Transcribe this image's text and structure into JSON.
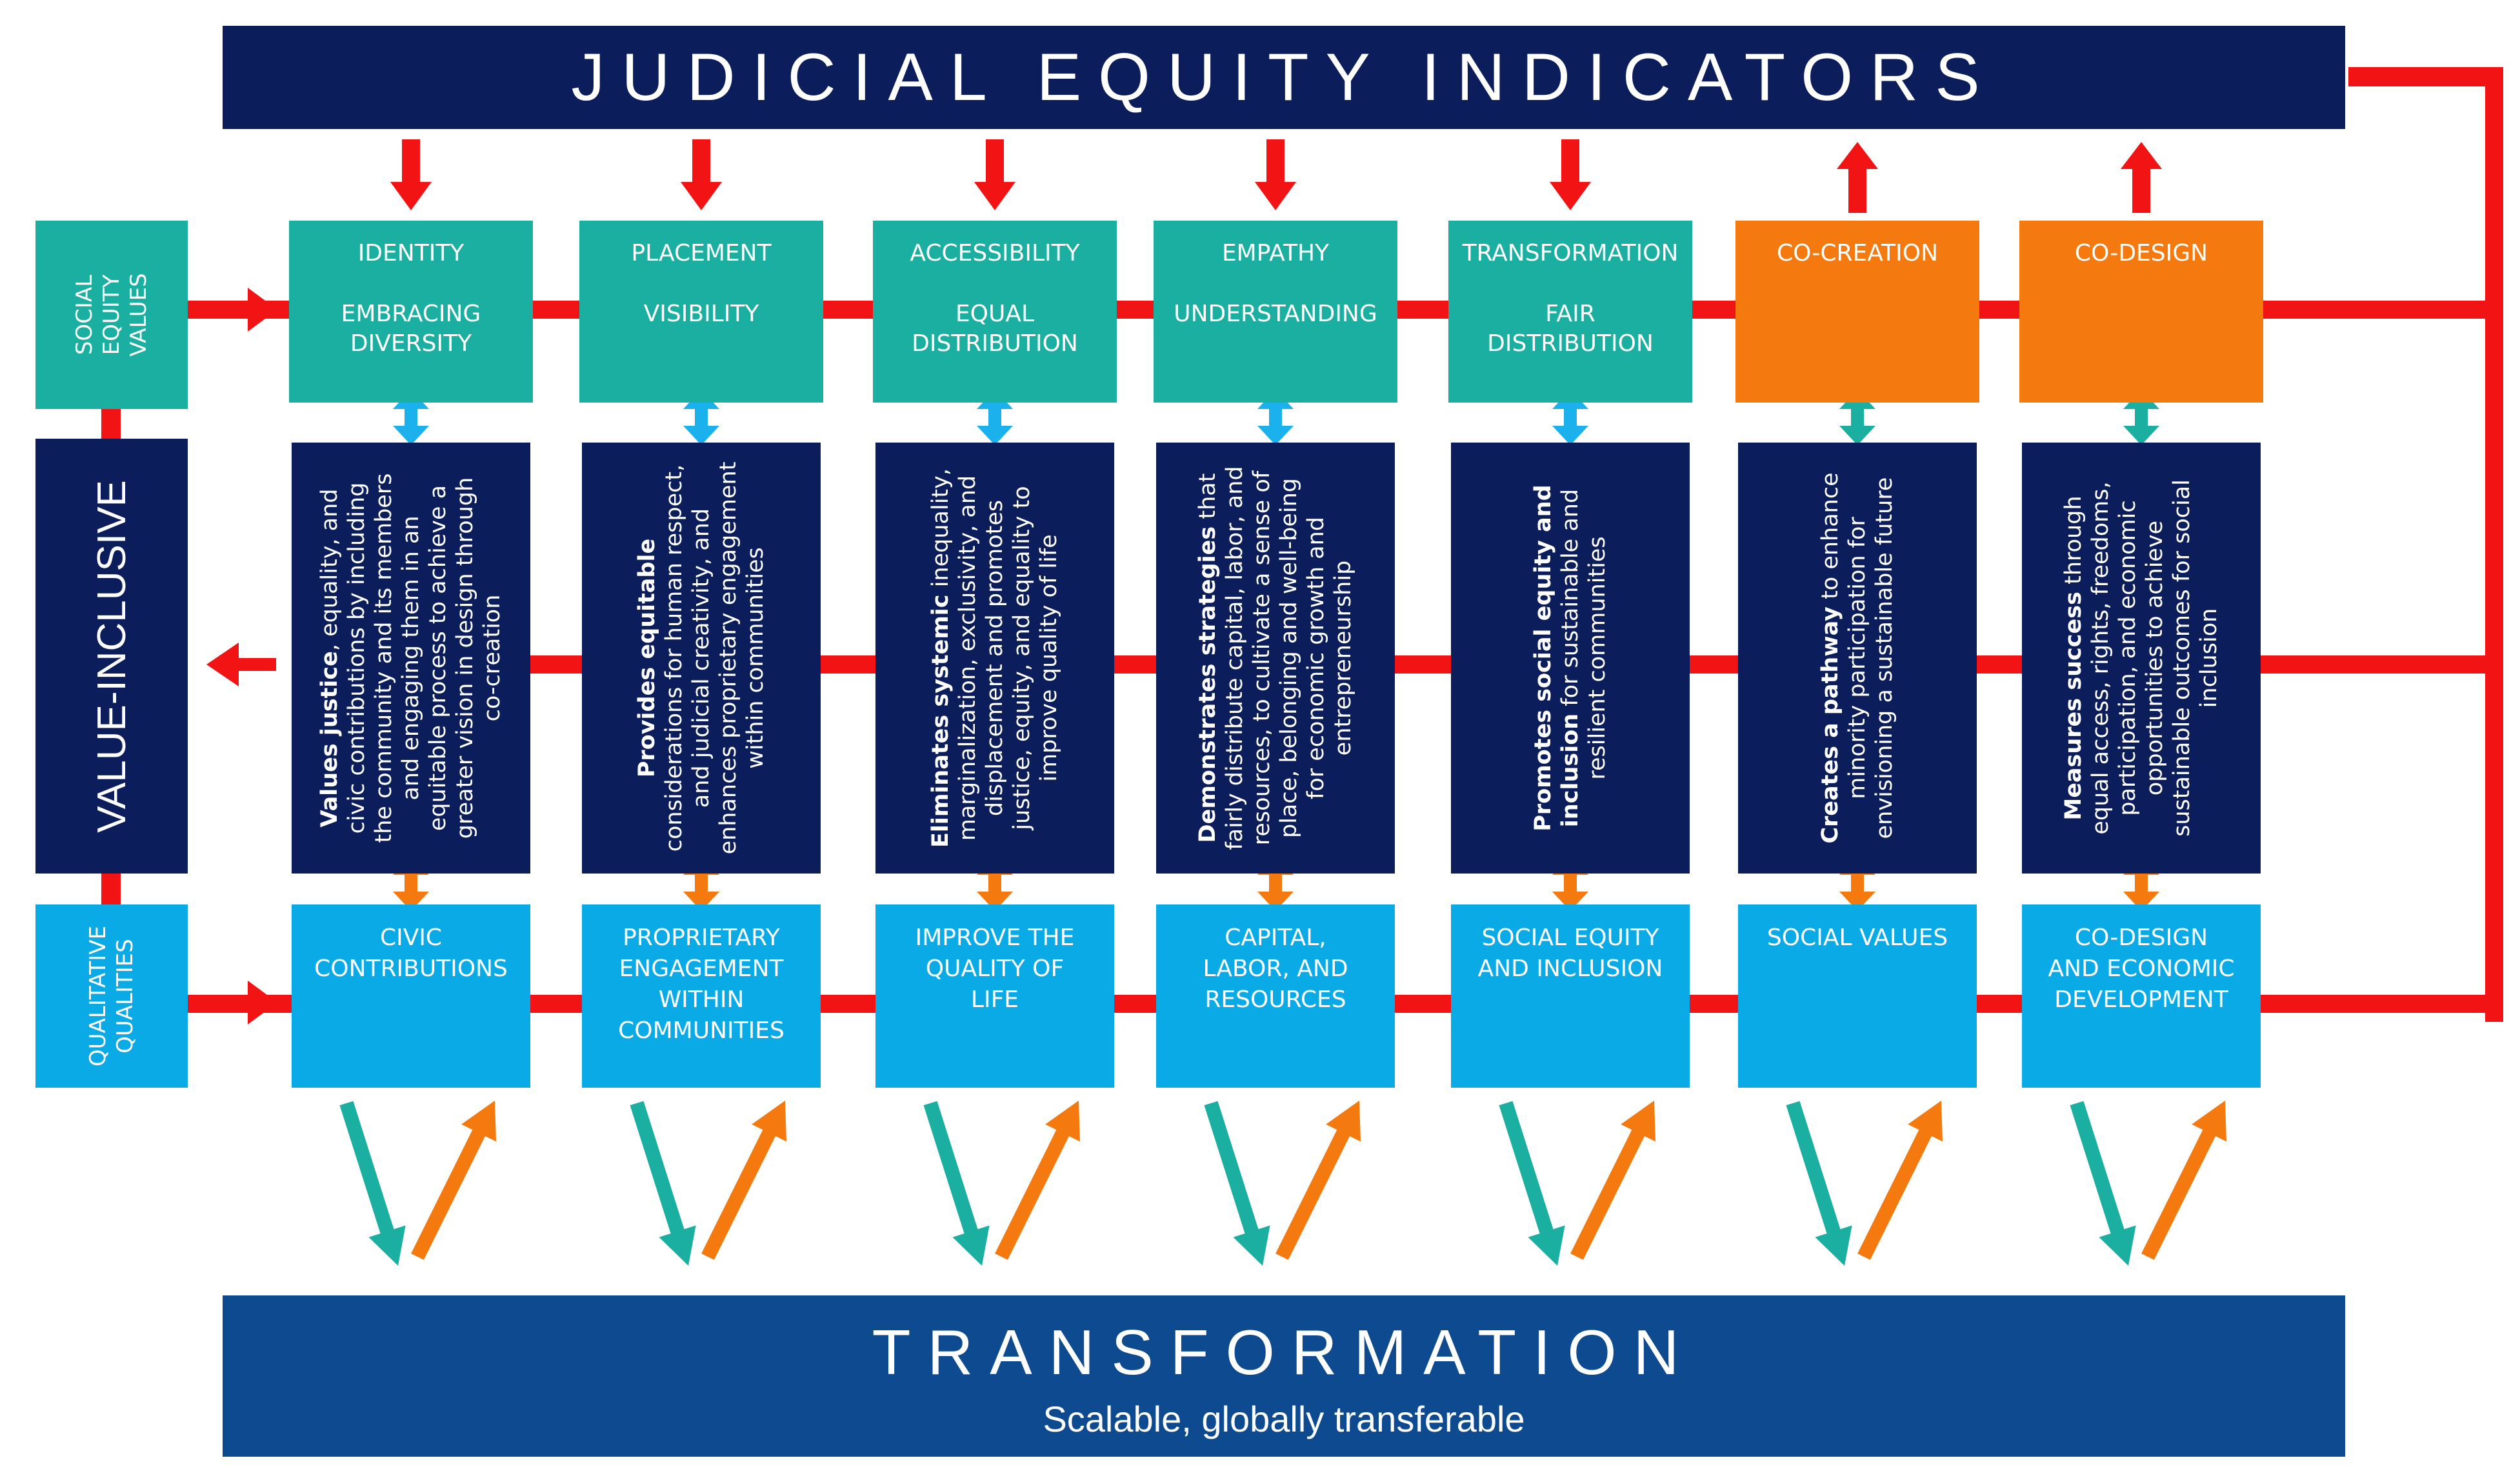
{
  "title": "JUDICIAL EQUITY INDICATORS",
  "footer": {
    "title": "TRANSFORMATION",
    "subtitle": "Scalable, globally transferable"
  },
  "row_labels": {
    "top": "SOCIAL EQUITY VALUES",
    "middle": "VALUE-INCLUSIVE",
    "bottom": "QUALITATIVE QUALITIES"
  },
  "colors": {
    "navy": "#0c1d5c",
    "teal": "#1aafa0",
    "orange": "#f47a10",
    "light_blue": "#0aaae6",
    "red": "#f21414",
    "sky_arrow": "#1ab1ec"
  },
  "columns": [
    {
      "value": "IDENTITY",
      "sub": "EMBRACING DIVERSITY",
      "value_color": "teal",
      "arrow_direction": "down",
      "desc_bold": "Values justice",
      "desc_rest": ", equality, and civic contributions by including the community and its members and engaging them in an equitable process to achieve a greater vision in design through co-creation",
      "quality": "CIVIC CONTRIBUTIONS"
    },
    {
      "value": "PLACEMENT",
      "sub": "VISIBILITY",
      "value_color": "teal",
      "arrow_direction": "down",
      "desc_bold": "Provides equitable",
      "desc_rest": " considerations for human respect, and judicial creativity, and enhances proprietary engagement within communities",
      "quality": "PROPRIETARY ENGAGEMENT WITHIN COMMUNITIES"
    },
    {
      "value": "ACCESSIBILITY",
      "sub": "EQUAL DISTRIBUTION",
      "value_color": "teal",
      "arrow_direction": "down",
      "desc_bold": "Eliminates systemic",
      "desc_rest": " inequality, marginalization, exclusivity, and displacement and promotes justice, equity, and equality to improve quality of life",
      "quality": "IMPROVE THE QUALITY OF LIFE"
    },
    {
      "value": "EMPATHY",
      "sub": "UNDERSTANDING",
      "value_color": "teal",
      "arrow_direction": "down",
      "desc_bold": "Demonstrates strategies",
      "desc_rest": " that fairly distribute capital, labor, and resources, to cultivate a sense of place, belonging and well-being for economic growth and entrepreneurship",
      "quality": "CAPITAL, LABOR, AND RESOURCES"
    },
    {
      "value": "TRANSFORMATION",
      "sub": "FAIR DISTRIBUTION",
      "value_color": "teal",
      "arrow_direction": "down",
      "desc_bold": "Promotes social equity and inclusion",
      "desc_rest": " for sustainable and resilient communities",
      "quality": "SOCIAL EQUITY AND INCLUSION"
    },
    {
      "value": "CO-CREATION",
      "sub": "",
      "value_color": "orange",
      "arrow_direction": "up",
      "desc_bold": "Creates a pathway",
      "desc_rest": " to enhance minority participation for envisioning a sustainable future",
      "quality": "SOCIAL VALUES"
    },
    {
      "value": "CO-DESIGN",
      "sub": "",
      "value_color": "orange",
      "arrow_direction": "up",
      "desc_bold": "Measures success",
      "desc_rest": " through equal access, rights, freedoms, participation, and economic opportunities to achieve sustainable outcomes for social inclusion",
      "quality": "CO-DESIGN AND ECONOMIC DEVELOPMENT"
    }
  ]
}
